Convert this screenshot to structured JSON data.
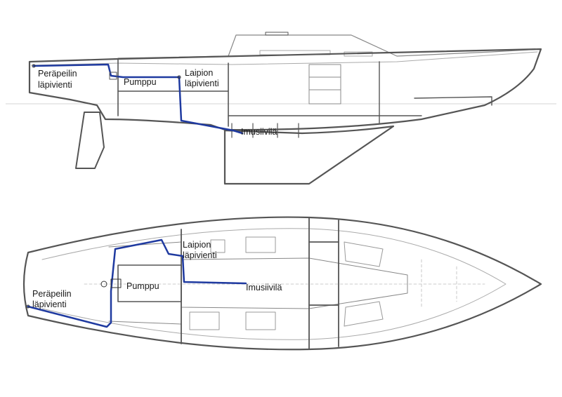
{
  "colors": {
    "hull": "#555555",
    "detail": "#9a9a9a",
    "pipe": "#1f3aa0",
    "background": "#ffffff"
  },
  "side_view": {
    "labels": {
      "transom_1": "Peräpeilin",
      "transom_2": "läpivienti",
      "pump": "Pumppu",
      "bulkhead_1": "Laipion",
      "bulkhead_2": "läpivienti",
      "strainer": "Imusiivilä"
    }
  },
  "plan_view": {
    "labels": {
      "transom_1": "Peräpeilin",
      "transom_2": "läpivienti",
      "pump": "Pumppu",
      "bulkhead_1": "Laipion",
      "bulkhead_2": "läpivienti",
      "strainer": "Imusiivilä"
    }
  }
}
